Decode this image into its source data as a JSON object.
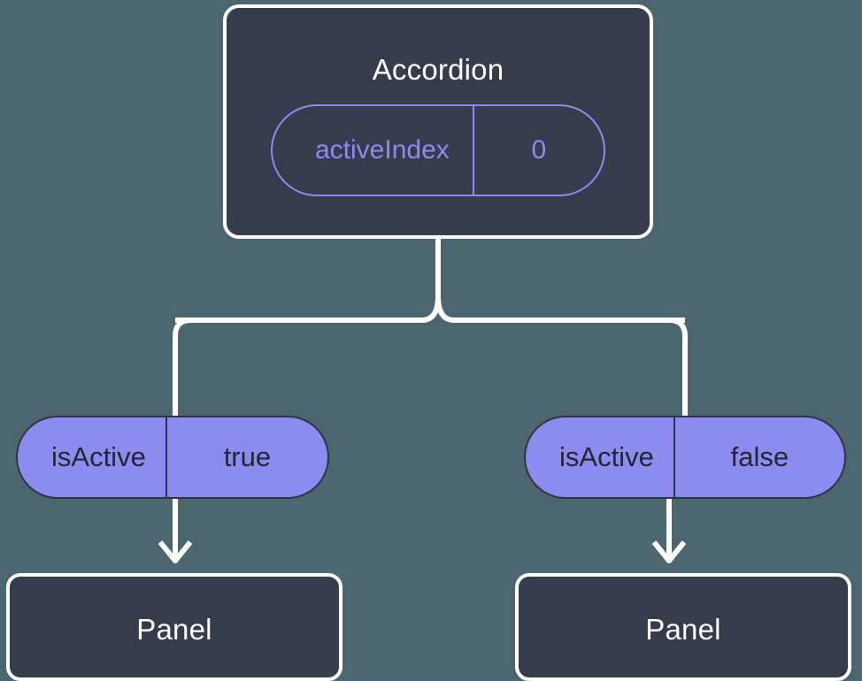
{
  "diagram": {
    "type": "component-state-tree",
    "background_color": "#4c6670",
    "connector_color": "#ffffff",
    "accent_color": "#8b8bf0",
    "box_fill_color": "#353c4c",
    "root": {
      "title": "Accordion",
      "state_chip": {
        "key": "activeIndex",
        "value": "0"
      }
    },
    "branches": [
      {
        "side": "left",
        "prop_chip": {
          "key": "isActive",
          "value": "true"
        },
        "child": {
          "title": "Panel"
        }
      },
      {
        "side": "right",
        "prop_chip": {
          "key": "isActive",
          "value": "false"
        },
        "child": {
          "title": "Panel"
        }
      }
    ]
  }
}
